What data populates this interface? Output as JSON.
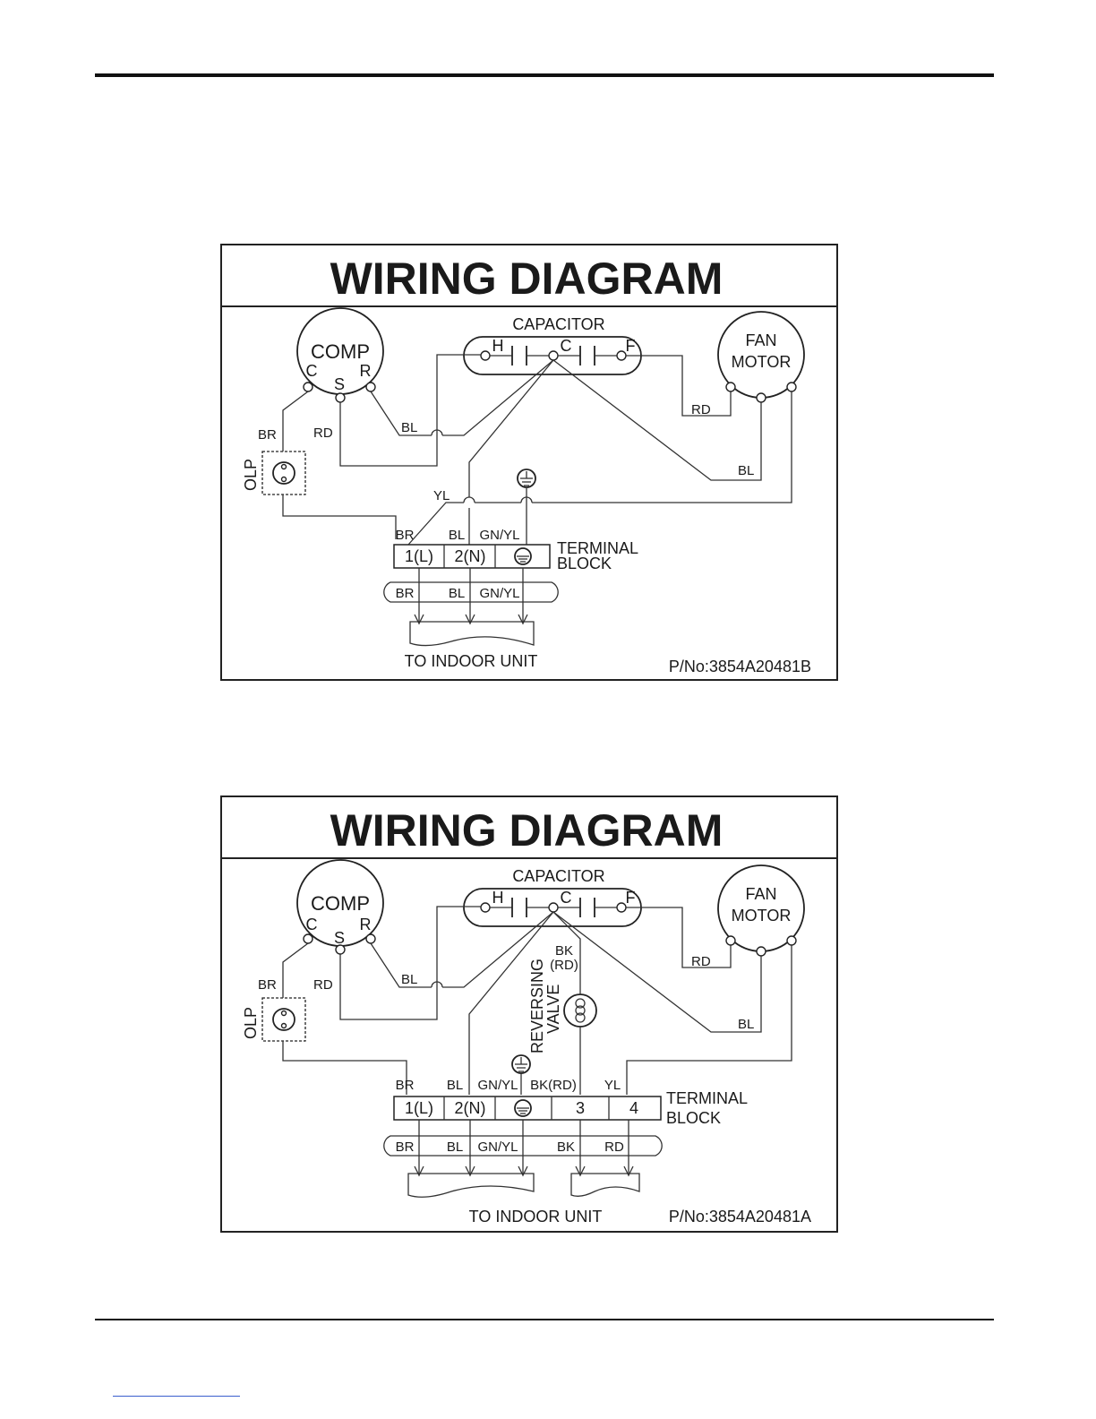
{
  "diagram1": {
    "title": "WIRING DIAGRAM",
    "comp": "COMP",
    "comp_c": "C",
    "comp_s": "S",
    "comp_r": "R",
    "capacitor": "CAPACITOR",
    "cap_h": "H",
    "cap_c": "C",
    "cap_f": "F",
    "fan_line1": "FAN",
    "fan_line2": "MOTOR",
    "olp": "OLP",
    "wire_br": "BR",
    "wire_rd_comp": "RD",
    "wire_bl_comp": "BL",
    "wire_rd_fan": "RD",
    "wire_bl_fan": "BL",
    "wire_yl": "YL",
    "tb_br": "BR",
    "tb_bl": "BL",
    "tb_gnyl": "GN/YL",
    "tb_1": "1(L)",
    "tb_2": "2(N)",
    "terminal_line1": "TERMINAL",
    "terminal_line2": "BLOCK",
    "cable_br": "BR",
    "cable_bl": "BL",
    "cable_gnyl": "GN/YL",
    "indoor": "TO INDOOR UNIT",
    "part_no": "P/No:3854A20481B"
  },
  "diagram2": {
    "title": "WIRING DIAGRAM",
    "comp": "COMP",
    "comp_c": "C",
    "comp_s": "S",
    "comp_r": "R",
    "capacitor": "CAPACITOR",
    "cap_h": "H",
    "cap_c": "C",
    "cap_f": "F",
    "fan_line1": "FAN",
    "fan_line2": "MOTOR",
    "olp": "OLP",
    "wire_br": "BR",
    "wire_rd_comp": "RD",
    "wire_bl_comp": "BL",
    "wire_rd_fan": "RD",
    "wire_bl_fan": "BL",
    "rv_bk": "BK",
    "rv_rd": "(RD)",
    "rv_line1": "REVERSING",
    "rv_line2": "VALVE",
    "tb_br": "BR",
    "tb_bl": "BL",
    "tb_gnyl": "GN/YL",
    "tb_bkrd": "BK(RD)",
    "tb_yl": "YL",
    "tb_1": "1(L)",
    "tb_2": "2(N)",
    "tb_3": "3",
    "tb_4": "4",
    "terminal_line1": "TERMINAL",
    "terminal_line2": "BLOCK",
    "cable_br": "BR",
    "cable_bl": "BL",
    "cable_gnyl": "GN/YL",
    "cable_bk": "BK",
    "cable_rd": "RD",
    "indoor": "TO INDOOR UNIT",
    "part_no": "P/No:3854A20481A"
  }
}
